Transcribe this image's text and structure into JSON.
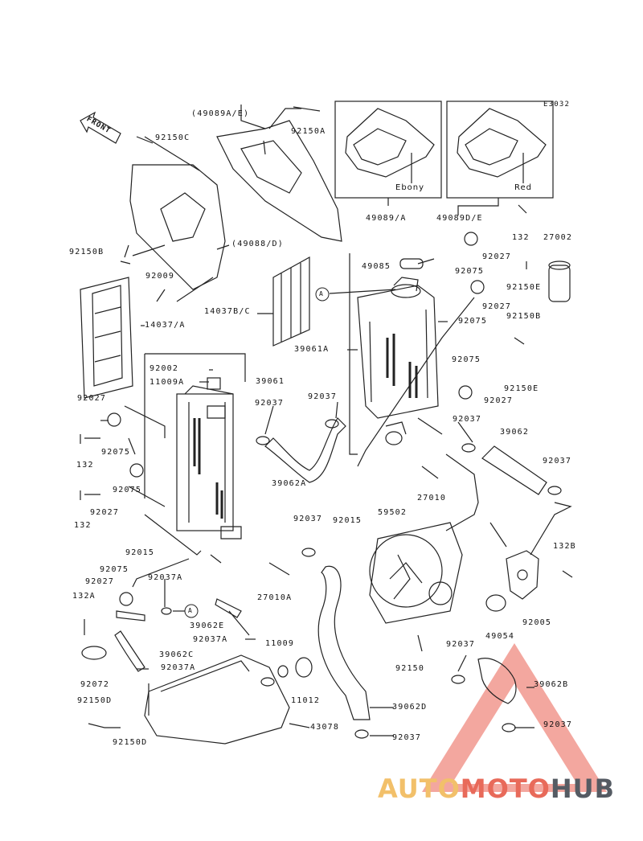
{
  "diagram_code": "E3032",
  "front_label": "FRONT",
  "callout_a": "A",
  "boxes": {
    "left_color": "Ebony",
    "right_color": "Red"
  },
  "parts": [
    {
      "id": "p1",
      "text": "(49089A/E)"
    },
    {
      "id": "p2",
      "text": "92150A"
    },
    {
      "id": "p3",
      "text": "92150C"
    },
    {
      "id": "p4",
      "text": "49089/A"
    },
    {
      "id": "p5",
      "text": "49089D/E"
    },
    {
      "id": "p6",
      "text": "132"
    },
    {
      "id": "p7",
      "text": "27002"
    },
    {
      "id": "p8",
      "text": "92150B"
    },
    {
      "id": "p9",
      "text": "(49088/D)"
    },
    {
      "id": "p10",
      "text": "49085"
    },
    {
      "id": "p11",
      "text": "92075"
    },
    {
      "id": "p12",
      "text": "92027"
    },
    {
      "id": "p13",
      "text": "92009"
    },
    {
      "id": "p14",
      "text": "92150E"
    },
    {
      "id": "p15",
      "text": "14037B/C"
    },
    {
      "id": "p16",
      "text": "92027"
    },
    {
      "id": "p17",
      "text": "14037/A"
    },
    {
      "id": "p18",
      "text": "92075"
    },
    {
      "id": "p19",
      "text": "92150B"
    },
    {
      "id": "p20",
      "text": "39061A"
    },
    {
      "id": "p21",
      "text": "92002"
    },
    {
      "id": "p22",
      "text": "39061"
    },
    {
      "id": "p23",
      "text": "11009A"
    },
    {
      "id": "p24",
      "text": "92075"
    },
    {
      "id": "p25",
      "text": "92150E"
    },
    {
      "id": "p26",
      "text": "92027"
    },
    {
      "id": "p27",
      "text": "92037"
    },
    {
      "id": "p28",
      "text": "92027"
    },
    {
      "id": "p29",
      "text": "92037"
    },
    {
      "id": "p30",
      "text": "92037"
    },
    {
      "id": "p31",
      "text": "39062"
    },
    {
      "id": "p32",
      "text": "132"
    },
    {
      "id": "p33",
      "text": "92075"
    },
    {
      "id": "p34",
      "text": "92037"
    },
    {
      "id": "p35",
      "text": "92075"
    },
    {
      "id": "p36",
      "text": "39062A"
    },
    {
      "id": "p37",
      "text": "27010"
    },
    {
      "id": "p38",
      "text": "92027"
    },
    {
      "id": "p39",
      "text": "92015"
    },
    {
      "id": "p40",
      "text": "132"
    },
    {
      "id": "p41",
      "text": "59502"
    },
    {
      "id": "p42",
      "text": "92037"
    },
    {
      "id": "p43",
      "text": "92015"
    },
    {
      "id": "p44",
      "text": "132B"
    },
    {
      "id": "p45",
      "text": "92075"
    },
    {
      "id": "p46",
      "text": "92027"
    },
    {
      "id": "p47",
      "text": "92037A"
    },
    {
      "id": "p48",
      "text": "27010A"
    },
    {
      "id": "p49",
      "text": "132A"
    },
    {
      "id": "p50",
      "text": "39062E"
    },
    {
      "id": "p51",
      "text": "92005"
    },
    {
      "id": "p52",
      "text": "92037A"
    },
    {
      "id": "p53",
      "text": "11009"
    },
    {
      "id": "p54",
      "text": "49054"
    },
    {
      "id": "p55",
      "text": "39062C"
    },
    {
      "id": "p56",
      "text": "92037A"
    },
    {
      "id": "p57",
      "text": "92150"
    },
    {
      "id": "p58",
      "text": "92037"
    },
    {
      "id": "p59",
      "text": "92072"
    },
    {
      "id": "p60",
      "text": "11012"
    },
    {
      "id": "p61",
      "text": "39062B"
    },
    {
      "id": "p62",
      "text": "92150D"
    },
    {
      "id": "p63",
      "text": "39062D"
    },
    {
      "id": "p64",
      "text": "92037"
    },
    {
      "id": "p65",
      "text": "92150D"
    },
    {
      "id": "p66",
      "text": "43078"
    },
    {
      "id": "p67",
      "text": "92037"
    }
  ],
  "logo": {
    "part1": "AUTO",
    "part2": "MOTO",
    "part3": "HUB"
  },
  "colors": {
    "line": "#222222",
    "watermark": "#e86a5a",
    "logo_gold": "#f2c06a",
    "logo_grey": "#555b63"
  }
}
